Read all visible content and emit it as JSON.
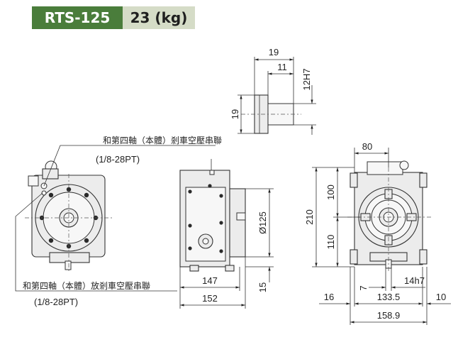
{
  "header": {
    "model": "RTS-125",
    "weight": "23 (kg)"
  },
  "notes": {
    "top_label": "和第四軸（本體）剎車空壓串聯",
    "top_spec": "(1/8-28PT)",
    "bottom_label": "和第四軸（本體）放剎車空壓串聯",
    "bottom_spec": "(1/8-28PT)"
  },
  "key_view": {
    "width_19": "19",
    "width_11": "11",
    "height_19": "19",
    "shaft_12h7": "12H7"
  },
  "side_view": {
    "dia_125": "Ø125",
    "len_147": "147",
    "len_152": "152",
    "base_15": "15"
  },
  "rear_view": {
    "top_80": "80",
    "h_100": "100",
    "h_110": "110",
    "h_210": "210",
    "key_14h7": "14h7",
    "key_7": "7",
    "w_16": "16",
    "w_133_5": "133.5",
    "w_10": "10",
    "w_158_9": "158.9"
  },
  "colors": {
    "model_bg": "#4a7d3b",
    "weight_bg": "#d5dcc7"
  }
}
